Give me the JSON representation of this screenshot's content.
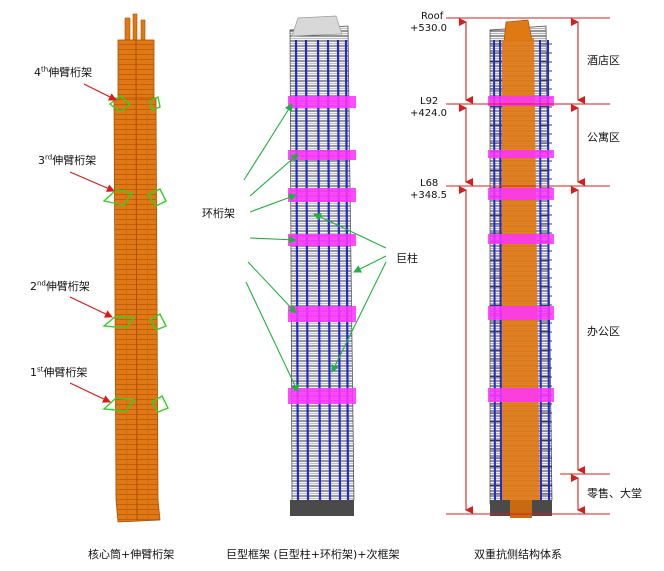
{
  "colors": {
    "core": "#e07814",
    "core_dark": "#a94f05",
    "outrigger": "#34d024",
    "belt_truss": "#ff33ff",
    "mega_column": "#1f2ad6",
    "secondary_frame": "#555555",
    "crown": "#9a9a9a",
    "dimension": "#d81c1c",
    "callout_red": "#e01818",
    "callout_green": "#22b040"
  },
  "panel1": {
    "outriggers": [
      {
        "ordinal": "4",
        "sup": "th",
        "text": "伸臂桁架"
      },
      {
        "ordinal": "3",
        "sup": "rd",
        "text": "伸臂桁架"
      },
      {
        "ordinal": "2",
        "sup": "nd",
        "text": "伸臂桁架"
      },
      {
        "ordinal": "1",
        "sup": "st",
        "text": "伸臂桁架"
      }
    ],
    "caption": "核心筒+伸臂桁架"
  },
  "panel2": {
    "label_belt": "环桁架",
    "label_column": "巨柱",
    "caption": "巨型框架 (巨型柱+环桁架)+次框架"
  },
  "panel3": {
    "levels": [
      {
        "name": "Roof",
        "elev": "+530.0"
      },
      {
        "name": "L92",
        "elev": "+424.0"
      },
      {
        "name": "L68",
        "elev": "+348.5"
      }
    ],
    "zones": [
      "酒店区",
      "公寓区",
      "办公区",
      "零售、大堂"
    ],
    "caption": "双重抗侧结构体系"
  }
}
